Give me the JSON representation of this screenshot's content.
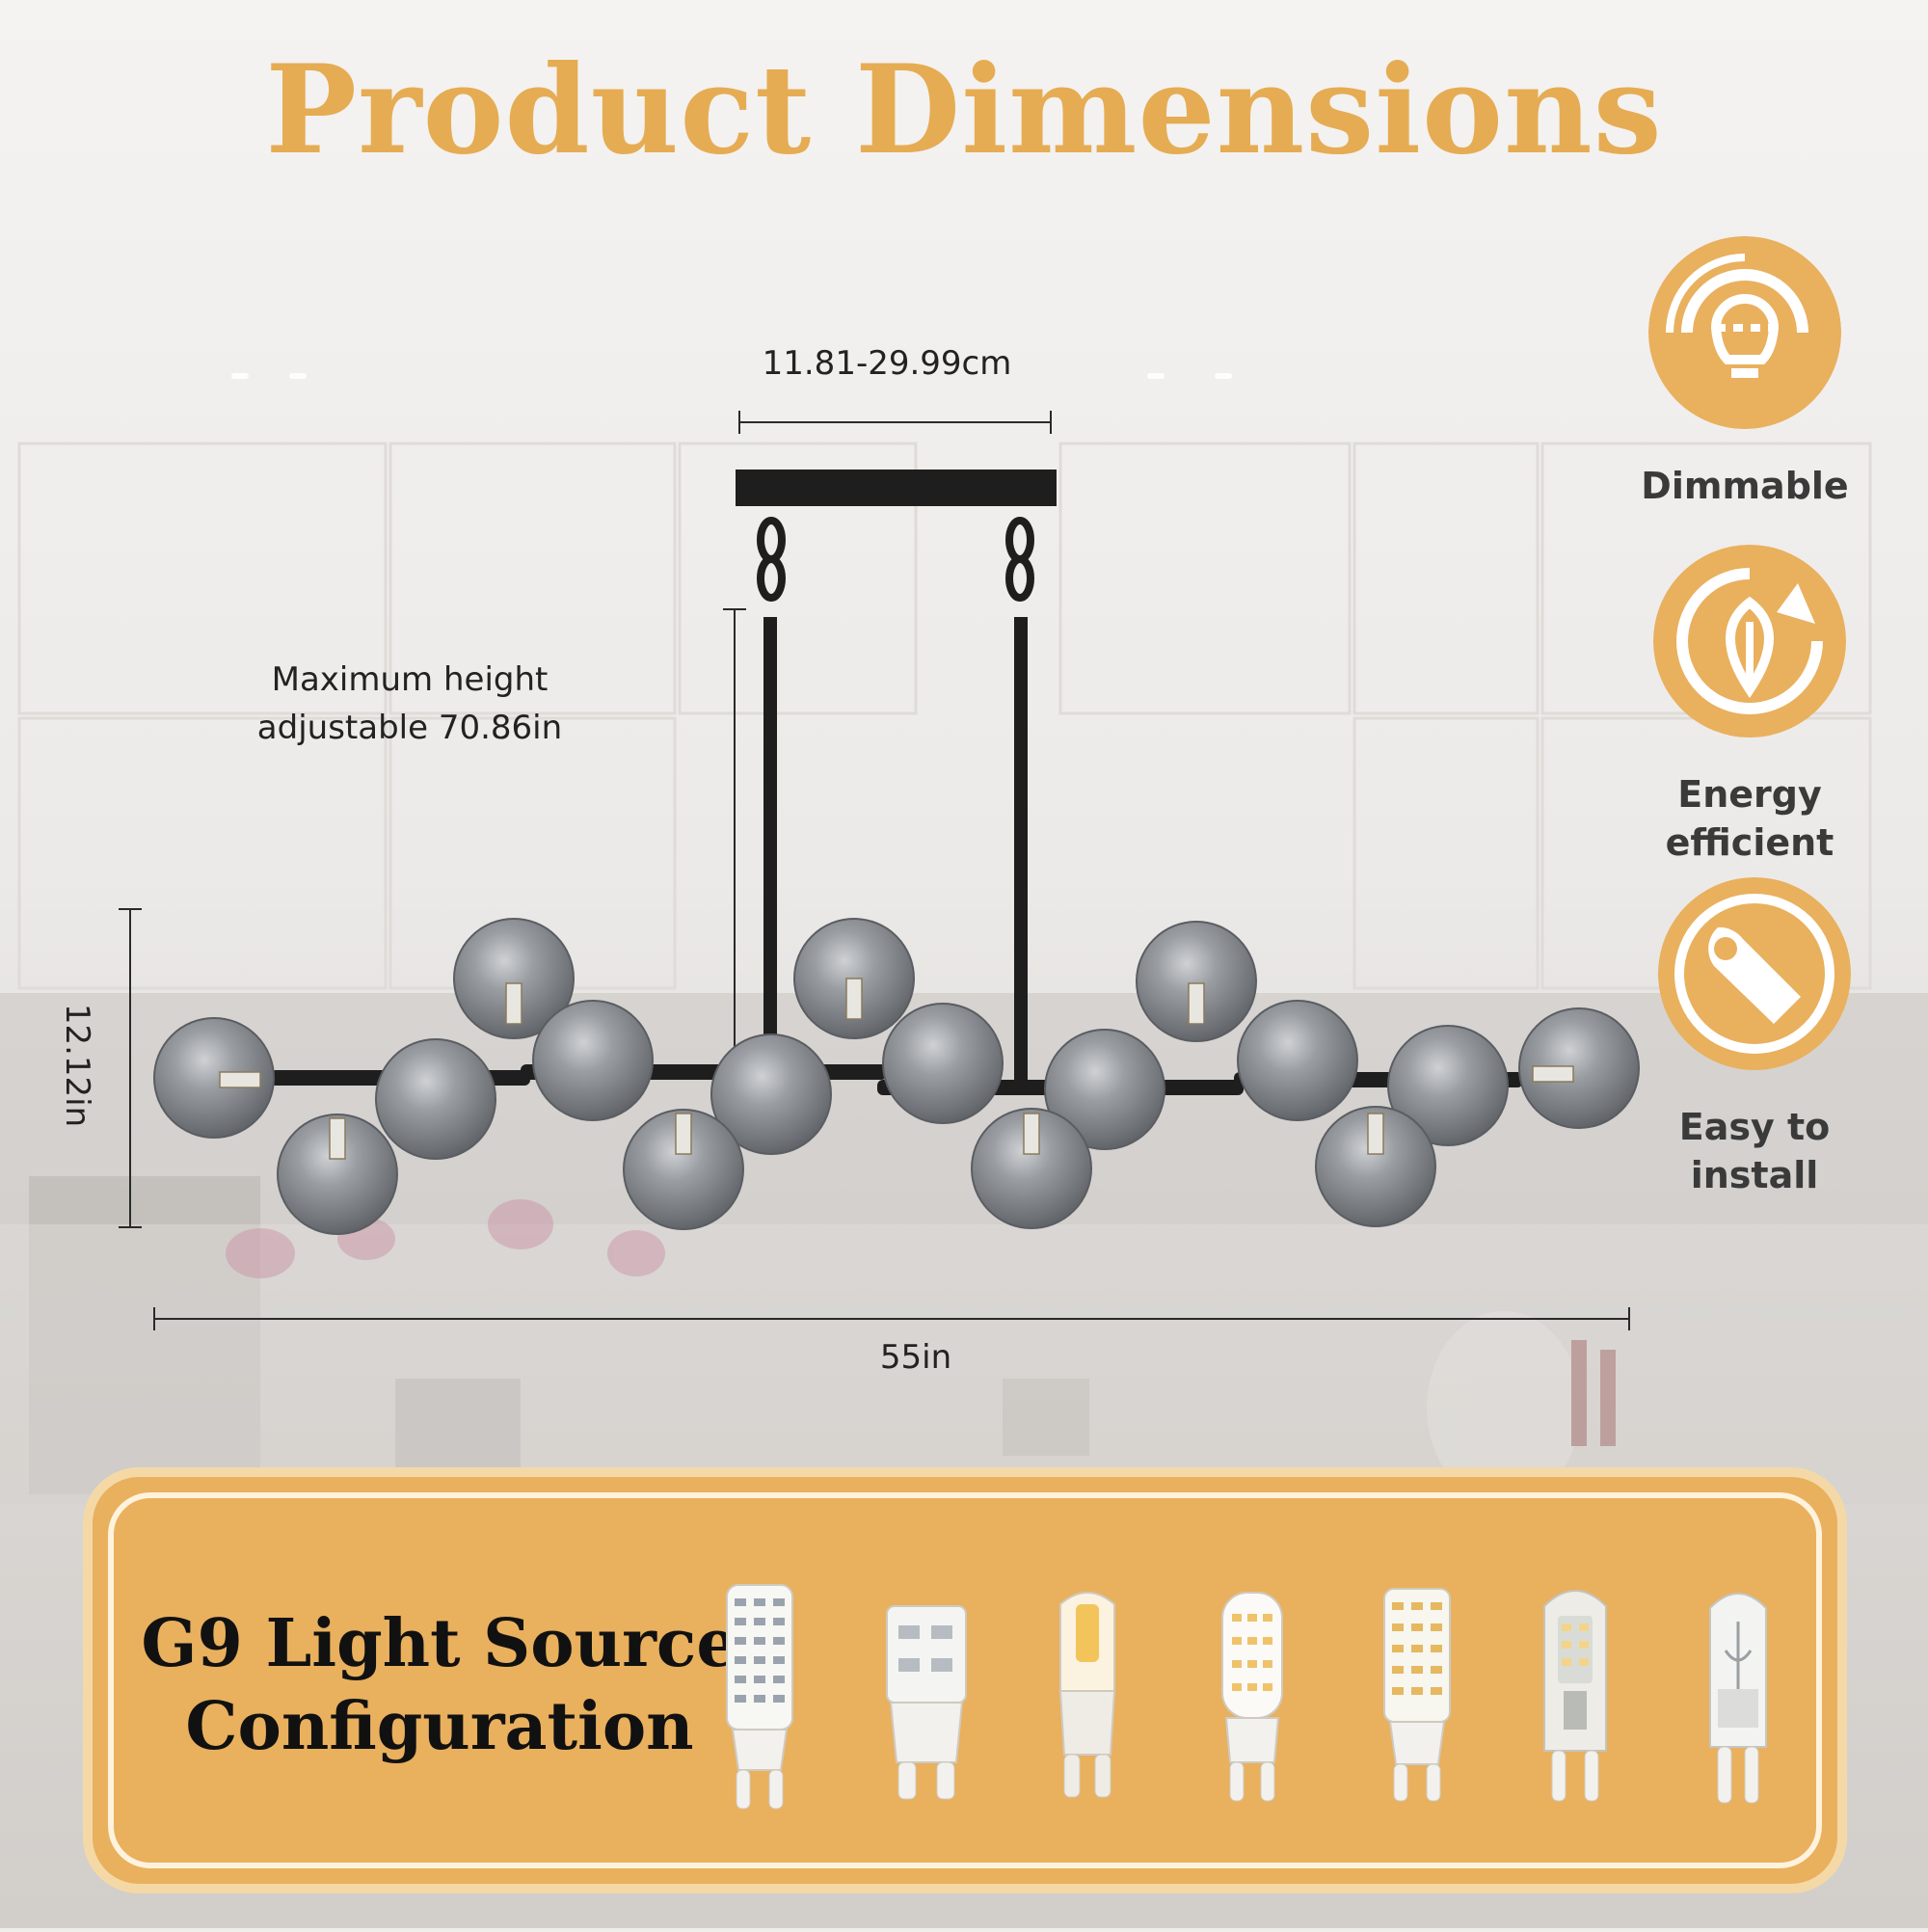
{
  "page": {
    "title": "Product Dimensions",
    "colors": {
      "accent": "#e6ac53",
      "panel": "#e9b05e",
      "frame": "#1d1d1d",
      "glass": "#8a8e92"
    }
  },
  "dimensions": {
    "canopy_width": "11.81-29.99cm",
    "max_height_line1": "Maximum height",
    "max_height_line2": "adjustable 70.86in",
    "fixture_height": "12.12in",
    "fixture_width": "55in"
  },
  "features": [
    {
      "label": "Dimmable",
      "icon": "lightbulb-icon"
    },
    {
      "label": "Energy efficient",
      "icon": "leaf-recycle-icon"
    },
    {
      "label": "Easy to install",
      "icon": "wrench-icon"
    }
  ],
  "light_source": {
    "title_line1": "G9 Light Source",
    "title_line2": "Configuration",
    "bulbs": [
      "g9-led-corn-bulb-icon",
      "g9-led-smd-bulb-icon",
      "g9-cob-led-bulb-icon",
      "g9-led-capsule-bulb-icon",
      "g9-led-ceramic-bulb-icon",
      "g9-led-clear-bulb-icon",
      "g9-halogen-bulb-icon"
    ]
  }
}
